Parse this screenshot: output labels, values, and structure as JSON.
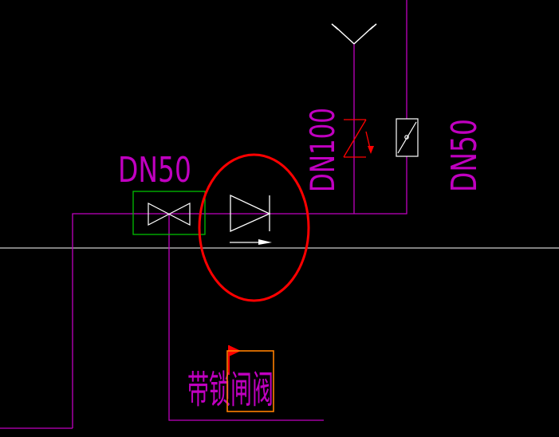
{
  "drawing": {
    "background": "#000000",
    "colors": {
      "pipe": "#c000c0",
      "white": "#ffffff",
      "red": "#ff0000",
      "green": "#00c000",
      "orange": "#ff7f00",
      "text": "#c000c0"
    },
    "labels": {
      "dn50_left": "DN50",
      "dn100": "DN100",
      "dn50_right": "DN50",
      "lock_valve": "带锁闸阀"
    }
  }
}
